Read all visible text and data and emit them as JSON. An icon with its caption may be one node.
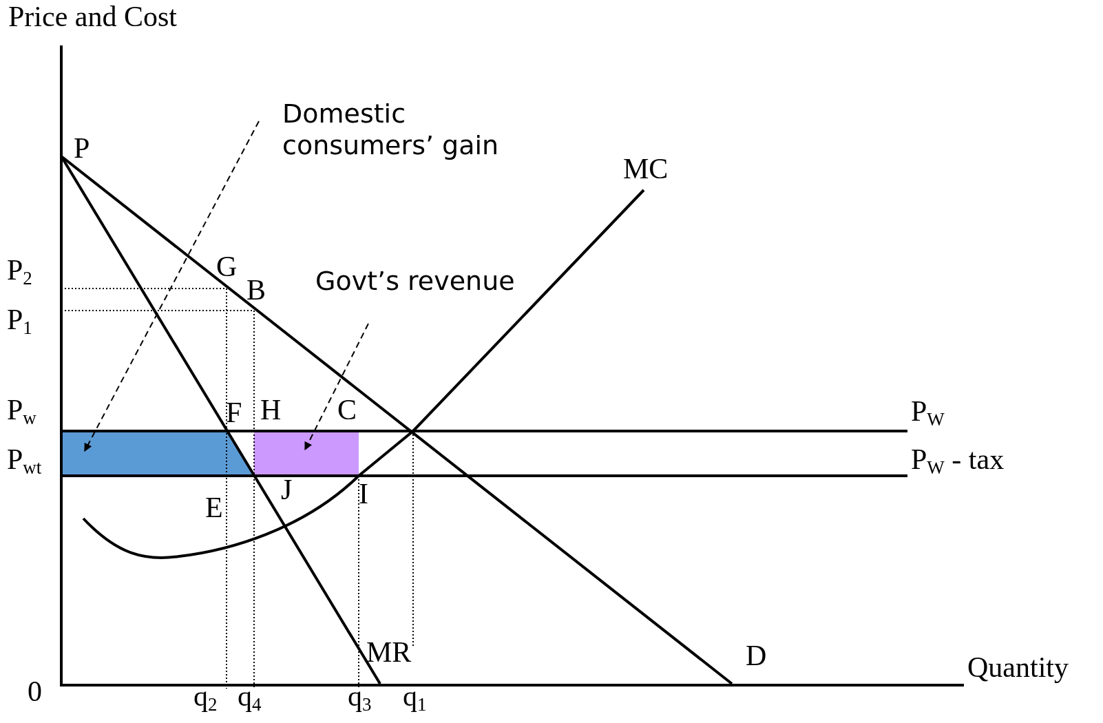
{
  "diagram": {
    "nodes": [
      {
        "text": [
          "Domestic consumers’ gain"
        ]
      },
      {
        "text": [],
        "shape": "box"
      },
      {
        "text": [
          "Govt’s revenue"
        ]
      },
      {
        "text": [],
        "shape": "box"
      }
    ],
    "edges": [
      {
        "from": 0,
        "to": 1,
        "arrow": "to",
        "style": "dashed"
      },
      {
        "from": 2,
        "to": 3,
        "arrow": "to",
        "style": "dashed"
      }
    ],
    "labels": [
      "Price and Cost",
      "P",
      "MC",
      "P$_{2}$",
      "G",
      "B",
      "P$_{1}$",
      "P$_{w}$",
      "F",
      "H",
      "C",
      "P$_{W}$",
      "P$_{wt}$",
      "P$_{W}$ - tax",
      "J",
      "I",
      "E",
      "MR",
      "D",
      "Quantity",
      "0",
      "q$_{2}$",
      "q$_{4}$",
      "q$_{3}$",
      "q$_{1}$"
    ]
  }
}
